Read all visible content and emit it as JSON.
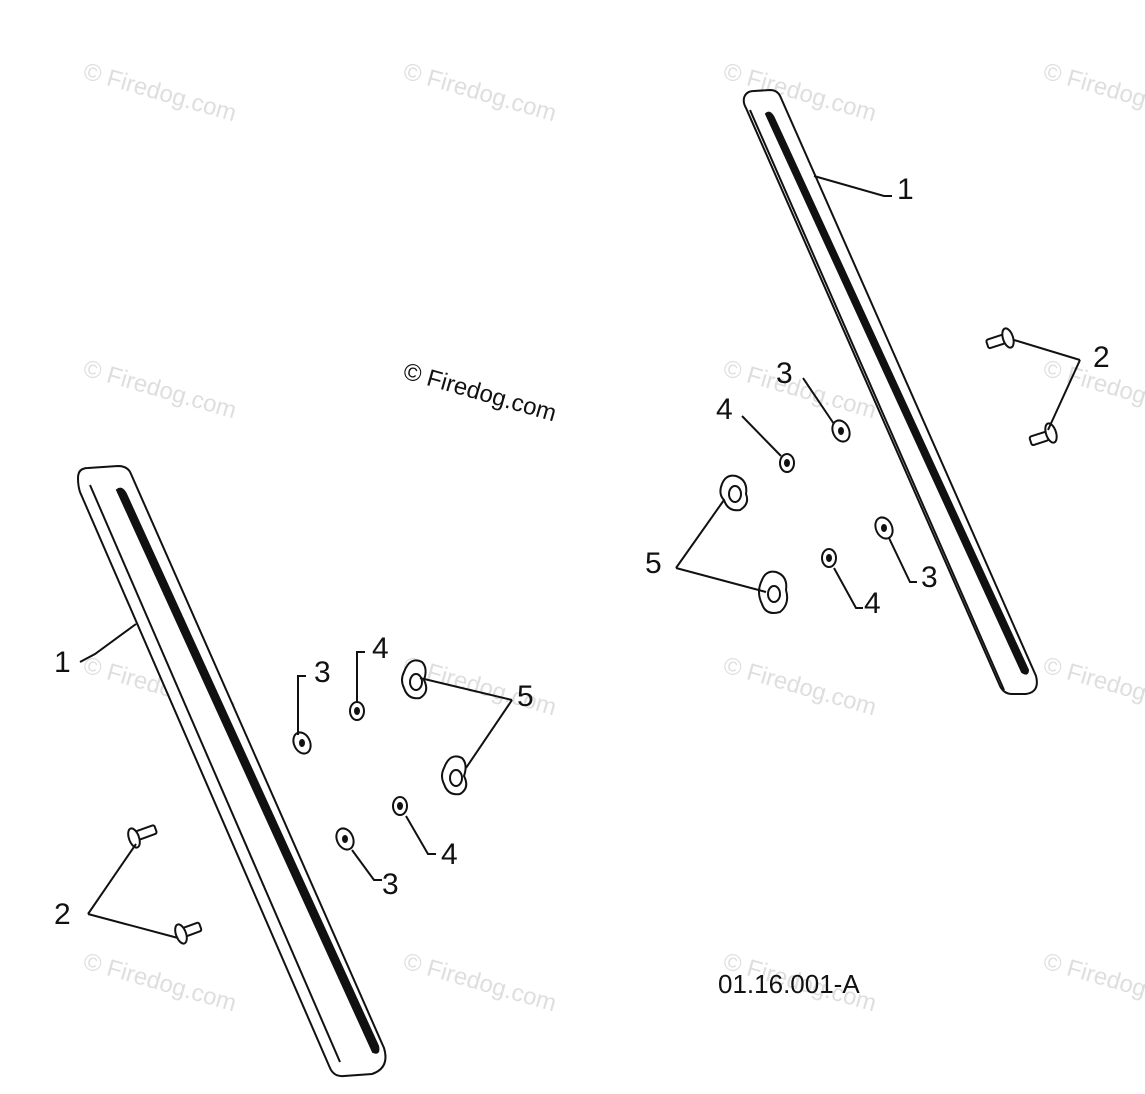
{
  "watermark": {
    "text": "© Firedog.com"
  },
  "center_watermark": {
    "text": "© Firedog.com"
  },
  "figure_code": "01.16.001-A",
  "left_assembly": {
    "callouts": {
      "rail": "1",
      "bolt": "2",
      "washer_upper": "3",
      "washer_lower": "3",
      "nut_upper": "4",
      "nut_lower": "4",
      "wing_nut": "5"
    }
  },
  "right_assembly": {
    "callouts": {
      "rail": "1",
      "bolt": "2",
      "washer_upper": "3",
      "washer_lower": "3",
      "nut_upper": "4",
      "nut_lower": "4",
      "wing_nut": "5"
    }
  }
}
